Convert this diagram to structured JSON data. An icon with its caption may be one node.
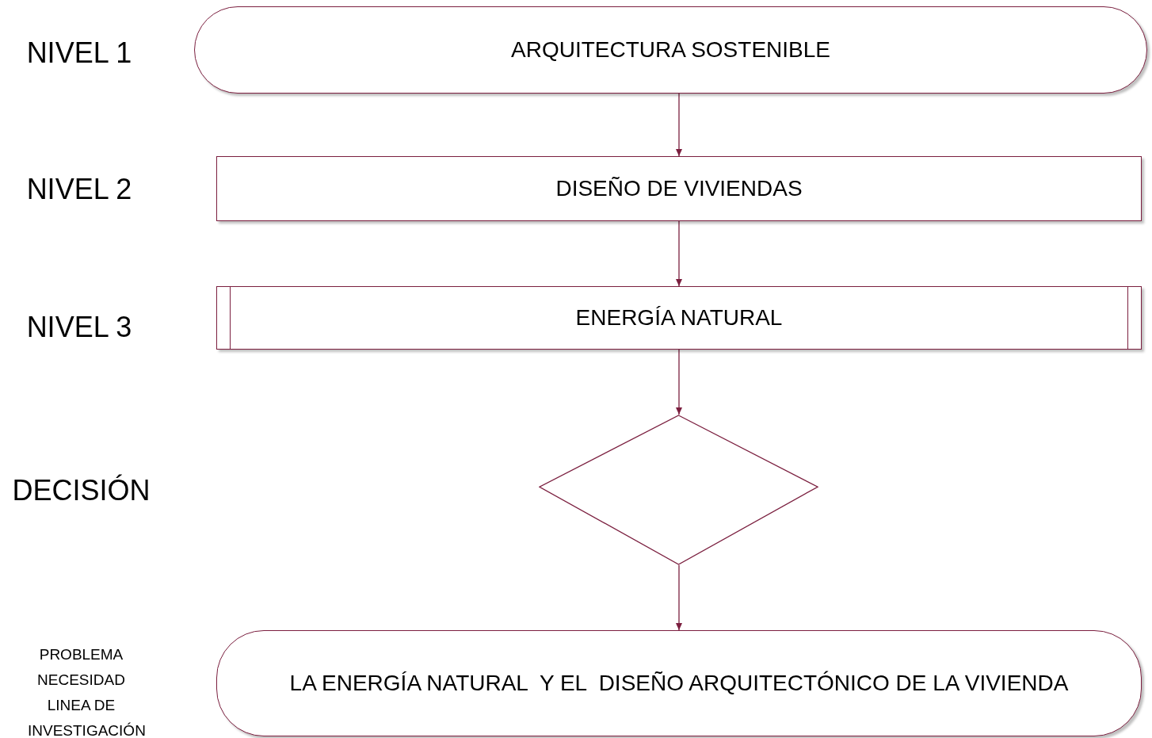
{
  "diagram": {
    "nodes": [
      {
        "text": [
          "ARQUITECTURA SOSTENIBLE"
        ]
      },
      {
        "text": [
          "DISEÑO DE VIVIENDAS"
        ]
      },
      {
        "text": [
          "ENERGÍA NATURAL"
        ]
      },
      {
        "text": [],
        "shape": "diamond"
      },
      {
        "text": [
          "LA ENERGÍA NATURAL  Y EL  DISEÑO ARQUITECTÓNICO DE LA VIVIENDA"
        ]
      }
    ],
    "edges": [
      {
        "from": 0,
        "to": 1,
        "arrow": "to"
      },
      {
        "from": 1,
        "to": 2,
        "arrow": "to"
      },
      {
        "from": 2,
        "to": 3,
        "arrow": "to"
      },
      {
        "from": 3,
        "to": 4,
        "arrow": "to"
      }
    ],
    "labels": [
      "NIVEL 1",
      "NIVEL 2",
      "NIVEL 3",
      "DECISIÓN",
      "PROBLEMA NECESIDAD LINEA DE INVESTIGACIÓN"
    ]
  }
}
